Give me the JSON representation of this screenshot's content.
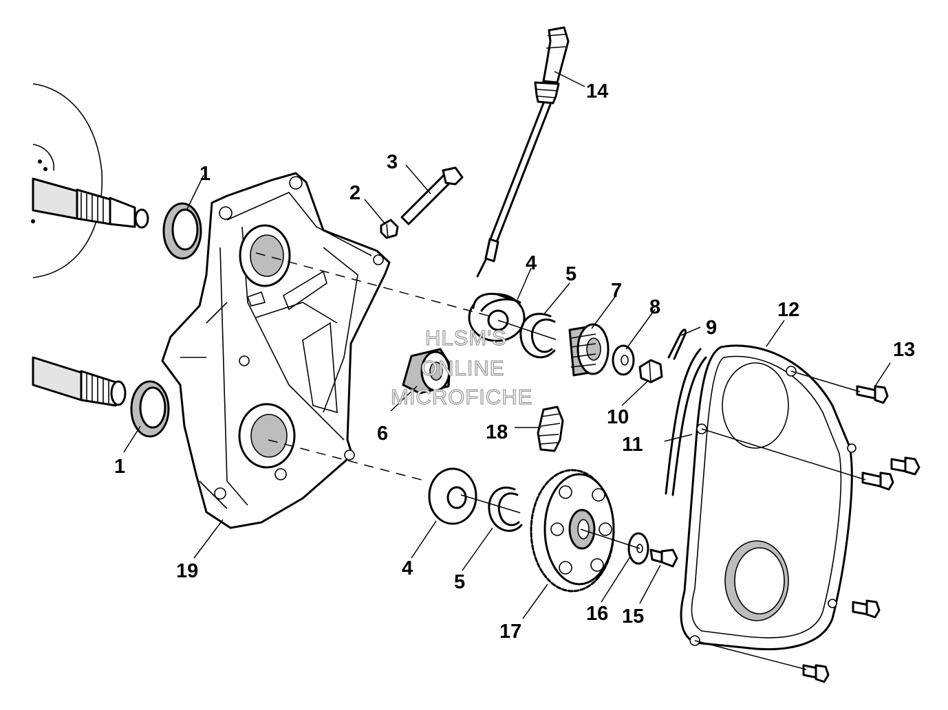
{
  "callouts": {
    "c1a": "1",
    "c1b": "1",
    "c2": "2",
    "c3": "3",
    "c4a": "4",
    "c4b": "4",
    "c5a": "5",
    "c5b": "5",
    "c6": "6",
    "c7": "7",
    "c8": "8",
    "c9": "9",
    "c10": "10",
    "c11": "11",
    "c12": "12",
    "c13": "13",
    "c14": "14",
    "c15": "15",
    "c16": "16",
    "c17": "17",
    "c18": "18",
    "c19": "19"
  },
  "watermark": {
    "line1": "HLSM'S",
    "line2": "ONLINE",
    "line3": "MICROFICHE"
  }
}
